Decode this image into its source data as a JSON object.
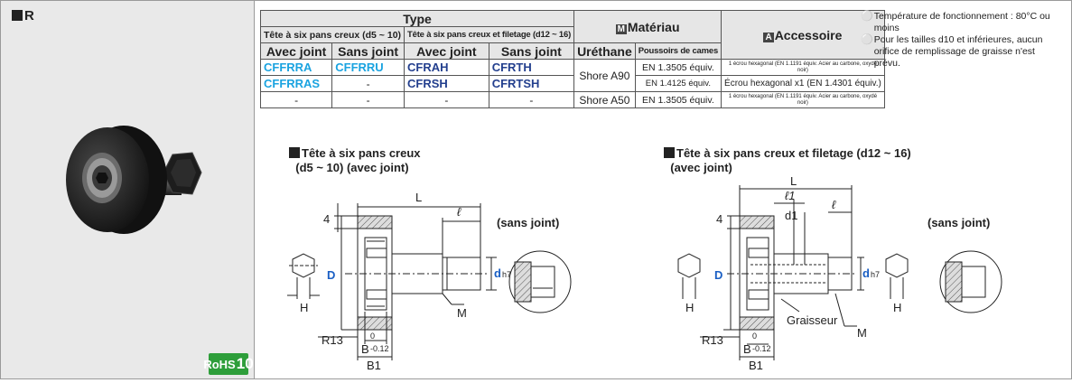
{
  "product_label": "R",
  "rohs": {
    "text": "RoHS",
    "num": "10"
  },
  "table": {
    "type_header": "Type",
    "type_hex": "Tête à six pans creux (d5 ~ 10)",
    "type_hex_thread": "Tête à six pans creux et filetage (d12 ~ 16)",
    "with_seal": "Avec joint",
    "without_seal": "Sans joint",
    "material_mark": "M",
    "material": "Matériau",
    "urethane": "Uréthane",
    "cam_followers": "Poussoirs de cames",
    "accessory_mark": "A",
    "accessory": "Accessoire",
    "rows": [
      {
        "c1": "CFFRRA",
        "c2": "CFFRRU",
        "c3": "CFRAH",
        "c4": "CFRTH",
        "ure": "Shore A90",
        "cam": "EN 1.3505 équiv.",
        "acc": "1 écrou hexagonal (EN 1.1191 équiv. Acier au carbone, oxydé noir)"
      },
      {
        "c1": "CFFRRAS",
        "c2": "-",
        "c3": "CFRSH",
        "c4": "CFRTSH",
        "cam": "EN 1.4125 équiv.",
        "acc": "Écrou hexagonal x1 (EN 1.4301 équiv.)"
      },
      {
        "c1": "-",
        "c2": "-",
        "c3": "-",
        "c4": "-",
        "ure": "Shore A50",
        "cam": "EN 1.3505 équiv.",
        "acc": "1 écrou hexagonal (EN 1.1191 équiv. Acier au carbone, oxydé noir)"
      }
    ]
  },
  "notes": [
    "Température de fonctionnement : 80°C ou moins",
    "Pour les tailles d10 et inférieures, aucun orifice de remplissage de graisse n'est prévu."
  ],
  "drawing1": {
    "title_line1": "Tête à six pans creux",
    "title_line2": "(d5 ~ 10) (avec joint)",
    "sans_joint": "(sans joint)",
    "labels": {
      "L": "L",
      "l": "ℓ",
      "D": "D",
      "d": "d",
      "h7": "h7",
      "M": "M",
      "H": "H",
      "R": "R13",
      "B": "B",
      "tol_up": "0",
      "tol_dn": "-0.12",
      "B1": "B1",
      "four": "4"
    }
  },
  "drawing2": {
    "title_line1": "Tête à six pans creux et filetage (d12 ~ 16)",
    "title_line2": "(avec joint)",
    "sans_joint": "(sans joint)",
    "labels": {
      "L": "L",
      "l1": "ℓ1",
      "d1": "d1",
      "l": "ℓ",
      "D": "D",
      "d": "d",
      "h7": "h7",
      "M": "M",
      "H": "H",
      "R": "R13",
      "B": "B",
      "tol_up": "0",
      "tol_dn": "-0.12",
      "B1": "B1",
      "four": "4",
      "graisseur": "Graisseur"
    }
  }
}
